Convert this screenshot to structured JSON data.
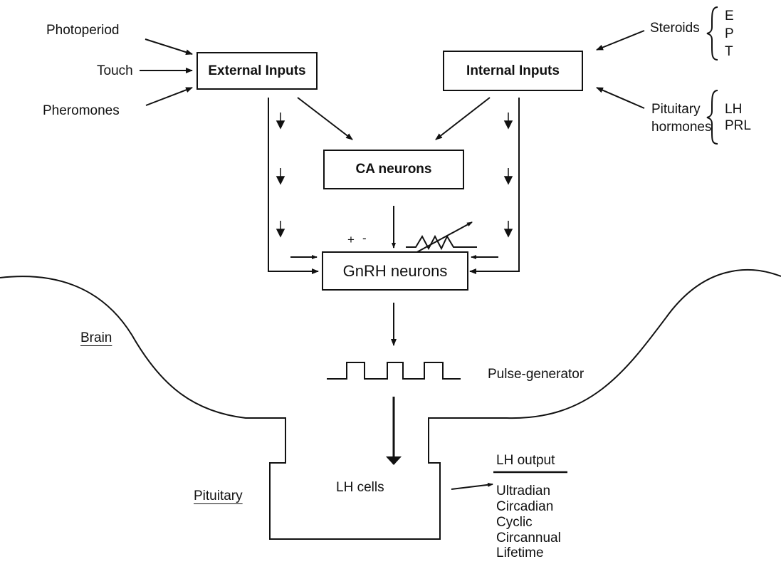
{
  "external_inputs": [
    "Photoperiod",
    "Touch",
    "Pheromones"
  ],
  "internal_inputs": {
    "steroids": {
      "label": "Steroids",
      "items": [
        "E",
        "P",
        "T"
      ]
    },
    "pituitary": {
      "label_lines": [
        "Pituitary",
        "hormones"
      ],
      "items": [
        "LH",
        "PRL"
      ]
    }
  },
  "boxes": {
    "external": "External Inputs",
    "internal": "Internal Inputs",
    "ca": "CA neurons",
    "gnrh": "GnRH neurons",
    "lh_cells": "LH cells"
  },
  "signs": {
    "plus": "+",
    "minus": "-"
  },
  "pulse_label": "Pulse-generator",
  "regions": {
    "brain": "Brain",
    "pituitary": "Pituitary"
  },
  "lh_output": {
    "title": "LH output",
    "items": [
      "Ultradian",
      "Circadian",
      "Cyclic",
      "Circannual",
      "Lifetime"
    ]
  }
}
